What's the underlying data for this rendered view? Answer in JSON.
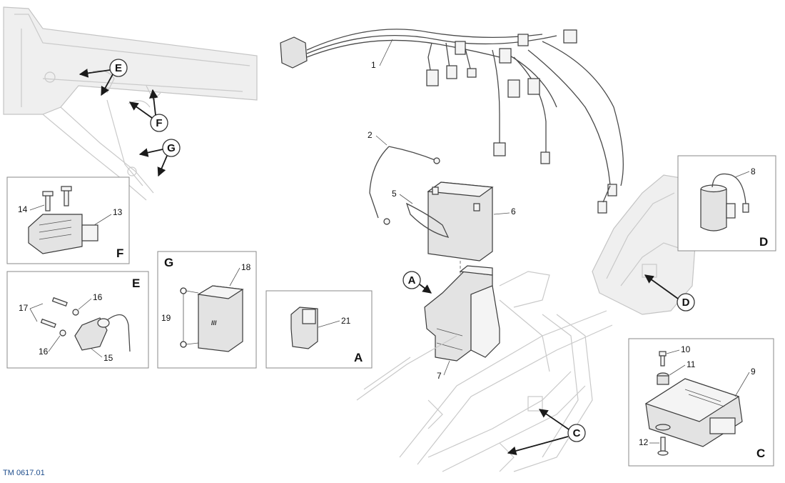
{
  "figure_ref": "TM 0617.01",
  "callouts": {
    "E": "E",
    "F": "F",
    "G": "G",
    "A": "A",
    "C": "C",
    "D": "D"
  },
  "detail_boxes": {
    "F": {
      "letter": "F",
      "parts": [
        "14",
        "13"
      ]
    },
    "E": {
      "letter": "E",
      "parts": [
        "17",
        "16",
        "16",
        "15"
      ]
    },
    "G": {
      "letter": "G",
      "parts": [
        "18",
        "19"
      ]
    },
    "A": {
      "letter": "A",
      "parts": [
        "21"
      ]
    },
    "D": {
      "letter": "D",
      "parts": [
        "8"
      ]
    },
    "C": {
      "letter": "C",
      "parts": [
        "10",
        "11",
        "9",
        "12"
      ]
    }
  },
  "main_parts": [
    "1",
    "2",
    "5",
    "6",
    "7"
  ]
}
